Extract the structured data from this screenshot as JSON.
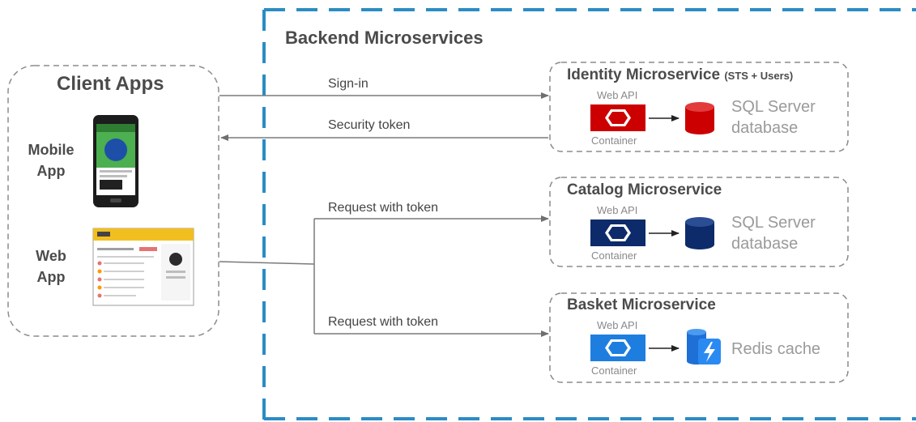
{
  "backend": {
    "title": "Backend Microservices",
    "border_color": "#2b8cc4"
  },
  "client_apps": {
    "title": "Client Apps",
    "mobile": {
      "line1": "Mobile",
      "line2": "App"
    },
    "web": {
      "line1": "Web",
      "line2": "App"
    }
  },
  "arrows": {
    "sign_in": "Sign-in",
    "security_token": "Security token",
    "request_catalog": "Request with token",
    "request_basket": "Request with token"
  },
  "services": [
    {
      "title": "Identity Microservice",
      "suffix": "(STS + Users)",
      "top_label": "Web API",
      "bottom_label": "Container",
      "store_line1": "SQL Server",
      "store_line2": "database",
      "container_color": "#cc0000",
      "store_icon": "database-icon"
    },
    {
      "title": "Catalog Microservice",
      "suffix": "",
      "top_label": "Web API",
      "bottom_label": "Container",
      "store_line1": "SQL Server",
      "store_line2": "database",
      "container_color": "#0d2b6b",
      "store_icon": "database-icon"
    },
    {
      "title": "Basket Microservice",
      "suffix": "",
      "top_label": "Web API",
      "bottom_label": "Container",
      "store_line1": "Redis cache",
      "store_line2": "",
      "container_color": "#1e7ee0",
      "store_icon": "redis-cache-icon"
    }
  ]
}
